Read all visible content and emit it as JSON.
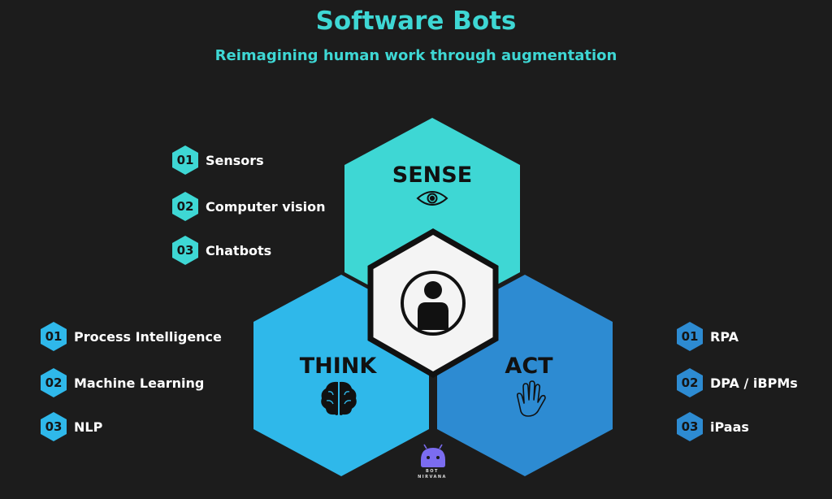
{
  "header": {
    "title": "Software Bots",
    "subtitle": "Reimagining human work through augmentation"
  },
  "colors": {
    "background": "#1c1c1c",
    "sense": "#3ed7d4",
    "think": "#2fb8ea",
    "act": "#2d8bd2",
    "center_outline": "#111111",
    "center_fill": "#f4f4f4"
  },
  "hexagons": {
    "sense": {
      "label": "SENSE",
      "icon": "eye-icon"
    },
    "think": {
      "label": "THINK",
      "icon": "brain-icon"
    },
    "act": {
      "label": "ACT",
      "icon": "hand-icon"
    },
    "center": {
      "icon": "person-icon"
    }
  },
  "sense_items": [
    {
      "num": "01",
      "label": "Sensors"
    },
    {
      "num": "02",
      "label": "Computer vision"
    },
    {
      "num": "03",
      "label": "Chatbots"
    }
  ],
  "think_items": [
    {
      "num": "01",
      "label": "Process Intelligence"
    },
    {
      "num": "02",
      "label": "Machine Learning"
    },
    {
      "num": "03",
      "label": "NLP"
    }
  ],
  "act_items": [
    {
      "num": "01",
      "label": "RPA"
    },
    {
      "num": "02",
      "label": "DPA / iBPMs"
    },
    {
      "num": "03",
      "label": "iPaas"
    }
  ],
  "logo": {
    "line1": "BOT",
    "line2": "NIRVANA",
    "icon": "android-robot-icon"
  }
}
